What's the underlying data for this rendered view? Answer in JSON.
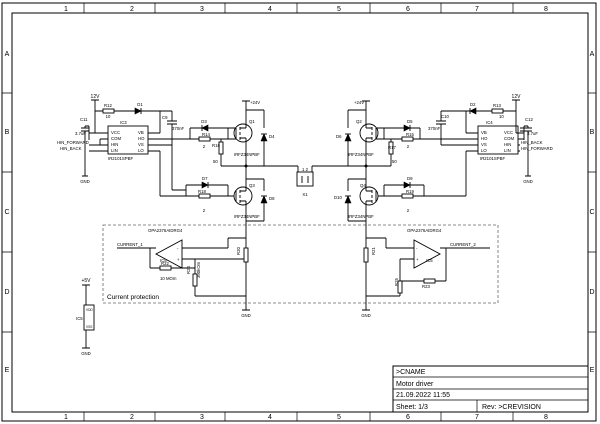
{
  "sheet": {
    "columns": [
      "1",
      "2",
      "3",
      "4",
      "5",
      "6",
      "7",
      "8"
    ],
    "rows": [
      "A",
      "B",
      "C",
      "D",
      "E"
    ]
  },
  "title_block": {
    "name": ">CNAME",
    "title": "Motor driver",
    "date": "21.09.2022 11:55",
    "sheet": "Sheet: 1/3",
    "revision": "Rev:  >CREVISION"
  },
  "left_half": {
    "supply": "12V",
    "r12": "R12",
    "r12_value": "10",
    "d1": "D1",
    "c11": "C11",
    "c11_value": "3.7uF",
    "c9": "C9",
    "c9_value": "370nF",
    "ic3": "IC3",
    "ic3_pins_left": [
      "VCC",
      "COM",
      "HIN",
      "LIN"
    ],
    "ic3_pins_right": [
      "VB",
      "HO",
      "VS",
      "LO"
    ],
    "ic3_part": "IR2101SPBF",
    "hin_forward": "HIN_FORWARD",
    "hin_back": "HIN_BACK",
    "gnd": "GND",
    "d3": "D3",
    "r14": "R14",
    "r14_value": "2",
    "r16": "R16",
    "r16_value": "50",
    "q1": "Q1",
    "q1_part": "IRFZ34NPBF",
    "d4": "D4",
    "d7": "D7",
    "r18": "R18",
    "r18_value": "2",
    "q3": "Q3",
    "q3_part": "IRFZ34NPBF",
    "d8": "D8",
    "v24": "+24V"
  },
  "right_half": {
    "supply": "12V",
    "r13": "R13",
    "r13_value": "10",
    "d2": "D2",
    "c12": "C12",
    "c12_value": "3.7uF",
    "c10": "C10",
    "c10_value": "370nF",
    "ic4": "IC4",
    "ic4_pins_left": [
      "VB",
      "HO",
      "VS",
      "LO"
    ],
    "ic4_pins_right": [
      "VCC",
      "COM",
      "HIN",
      "LIN"
    ],
    "ic4_part": "IR2101SPBF",
    "hin_back": "HIN_BACK",
    "hin_forward": "HIN_FORWARD",
    "gnd": "GND",
    "d5": "D5",
    "r15": "R15",
    "r15_value": "2",
    "r17": "R17",
    "r17_value": "50",
    "q2": "Q2",
    "q2_part": "IRFZ34NPBF",
    "d6": "D6",
    "d9": "D9",
    "r19": "R19",
    "r19_value": "2",
    "q4": "Q4",
    "q4_part": "IRFZ34NPBF",
    "d10": "D10",
    "v24": "+24V"
  },
  "motor": {
    "x1": "X1",
    "pins": "1 2"
  },
  "current_protection": {
    "label": "Current protection",
    "opamp_left": "OPA2376AIDRG4",
    "ic5_left": "IC5",
    "current_1": "CURRENT_1",
    "r22": "R22",
    "r22_value": "10 MOm",
    "r24": "R24",
    "r24_value": "390kOm",
    "r20": "R20",
    "opamp_right": "OPA2376AIDRG4",
    "ic5_right": "IC5",
    "current_2": "CURRENT_2",
    "r23": "R23",
    "r25": "R25",
    "r21": "R21",
    "gnd_left": "GND",
    "gnd_right": "GND",
    "in_minus": "-",
    "in_plus": "+"
  },
  "power_unit": {
    "v5": "+5V",
    "ic5": "IC5",
    "vdd": "VDD",
    "vss": "VSS",
    "gnd": "GND"
  }
}
